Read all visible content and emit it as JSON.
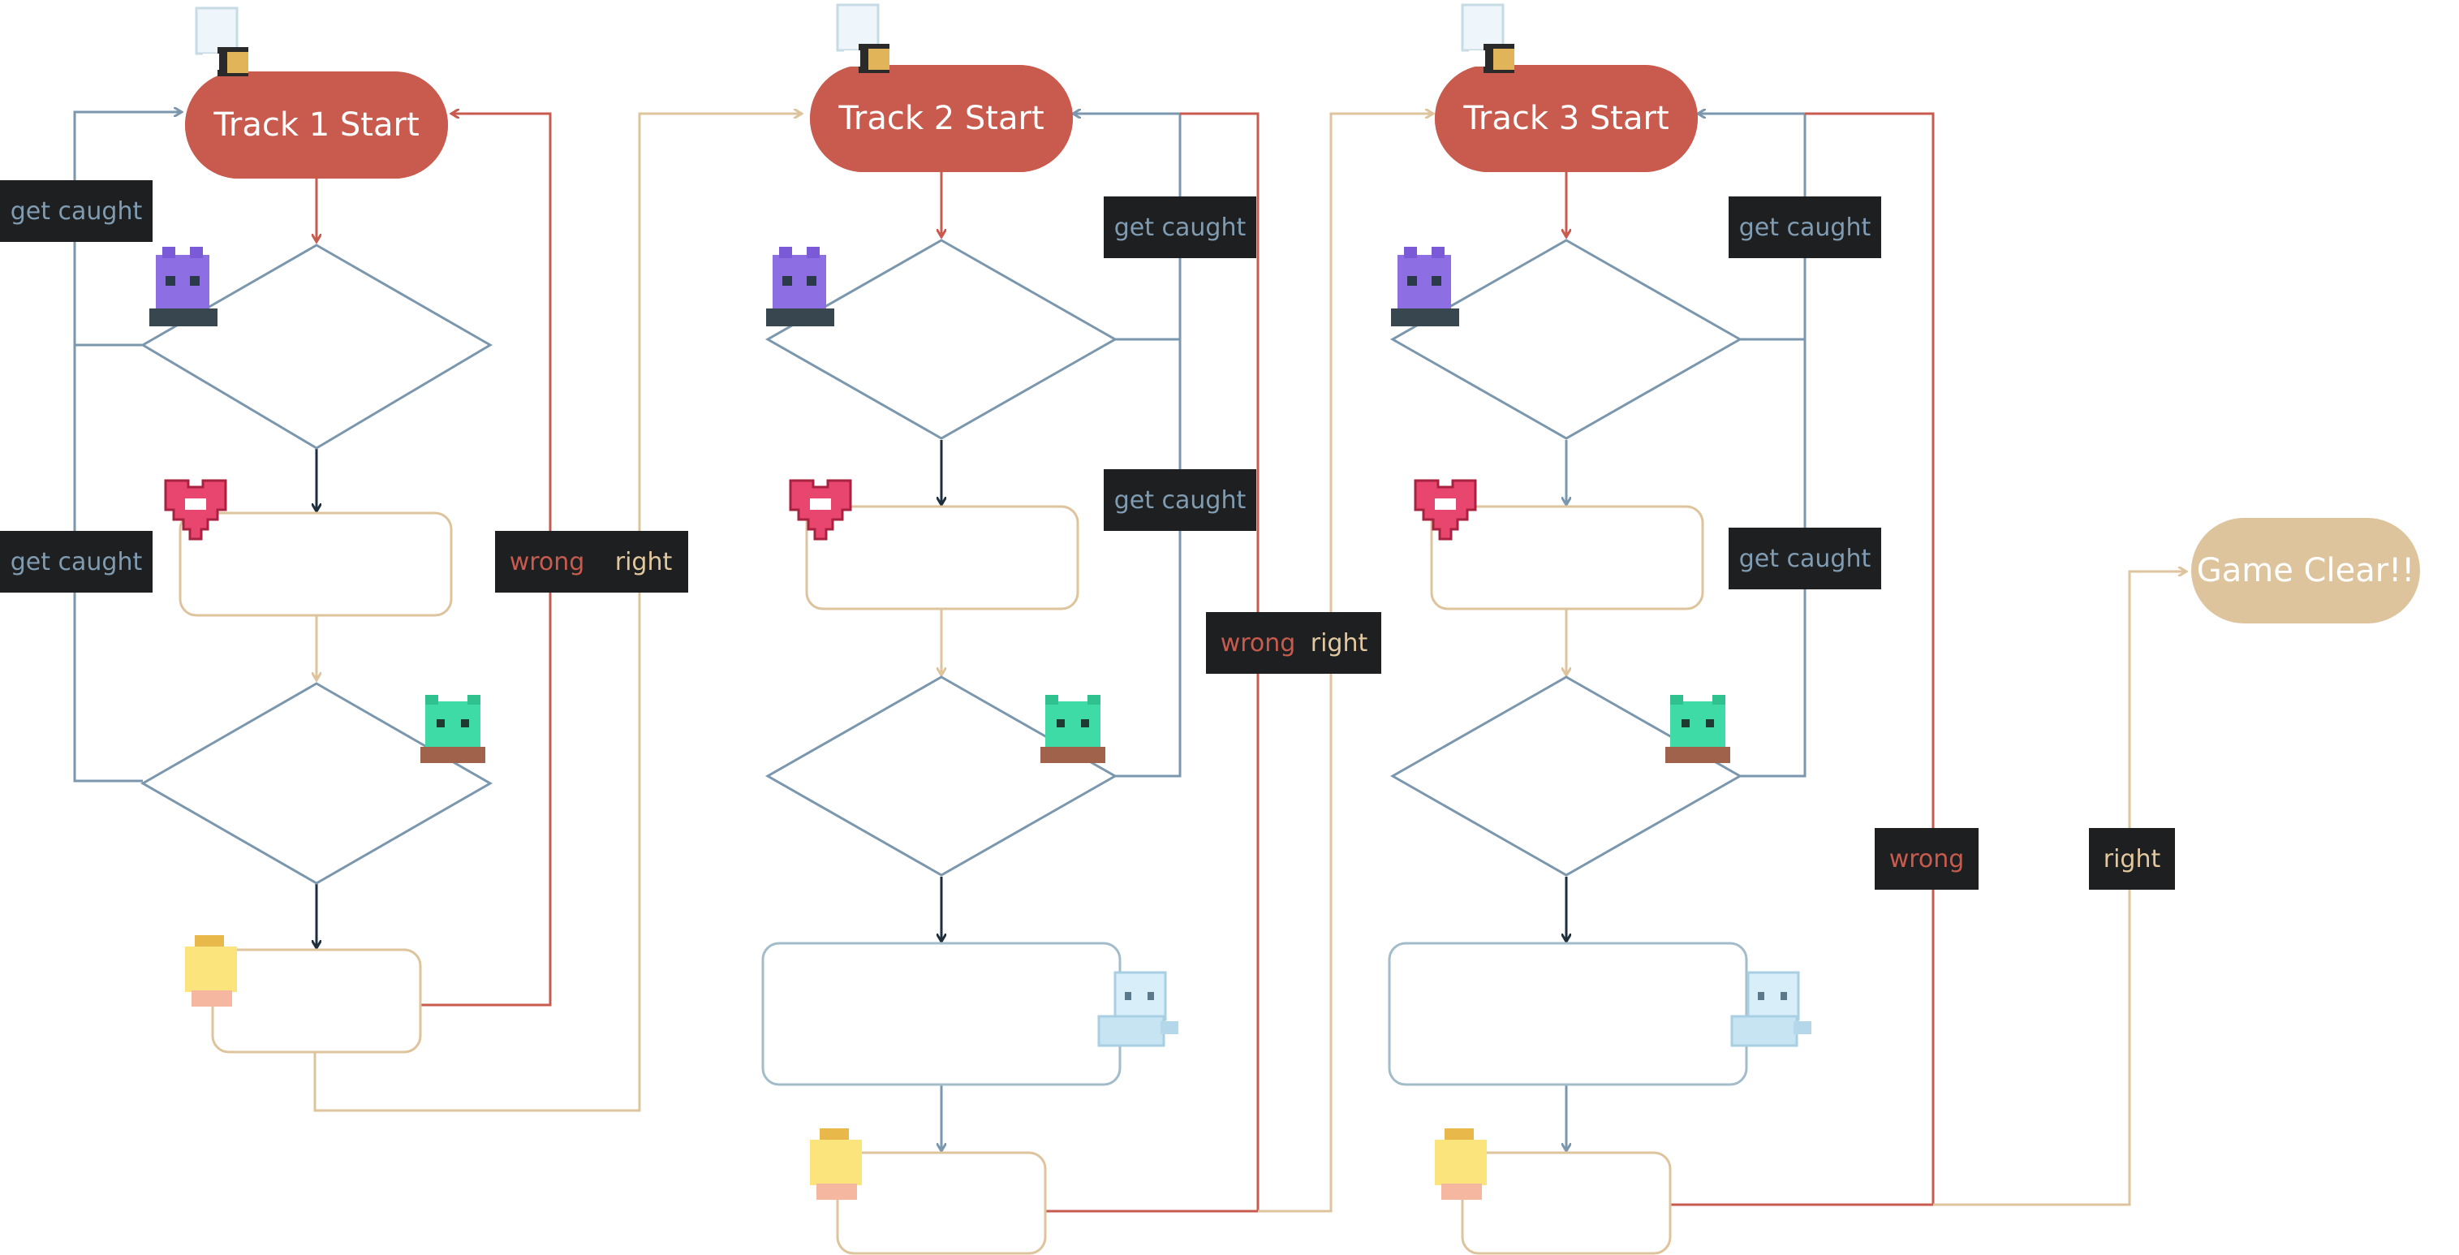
{
  "colors": {
    "accent_red": "#c95a4e",
    "steel": "#7b97ad",
    "sand": "#dec49d",
    "navy": "#1f2e3d",
    "label_bg": "#1e1f20"
  },
  "tracks": [
    {
      "start_label": "Track 1 Start"
    },
    {
      "start_label": "Track 2 Start"
    },
    {
      "start_label": "Track 3 Start"
    }
  ],
  "end": {
    "label": "Game Clear!!"
  },
  "labels": {
    "get_caught": "get caught",
    "wrong": "wrong",
    "right": "right"
  },
  "icons": [
    "ghost-character-icon",
    "purple-monster-icon",
    "pink-heart-icon",
    "green-monster-icon",
    "yellow-bag-icon",
    "ice-spirit-icon"
  ]
}
